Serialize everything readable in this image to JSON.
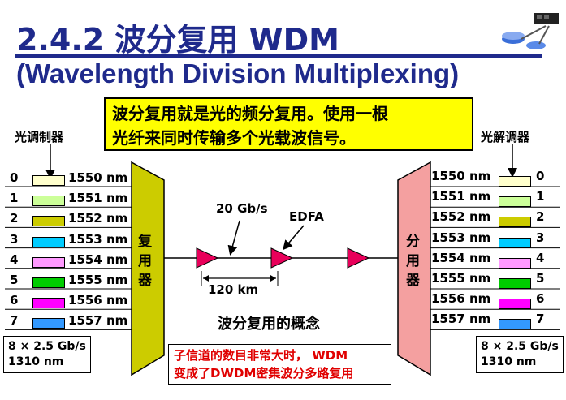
{
  "title": {
    "line1": "2.4.2  波分复用 WDM",
    "line2": "(Wavelength Division Multiplexing)"
  },
  "callout": {
    "line1": "波分复用就是光的频分复用。使用一根",
    "line2": "光纤来同时传输多个光载波信号。"
  },
  "modulator_label": "光调制器",
  "demodulator_label": "光解调器",
  "mux_label": "复用器",
  "demux_label": "分用器",
  "rate_label": "20 Gb/s",
  "edfa_label": "EDFA",
  "distance_label": "120 km",
  "caption": "波分复用的概念",
  "note": {
    "line1": "子信道的数目非常大时， WDM",
    "line2": "变成了DWDM密集波分多路复用"
  },
  "left_info": {
    "line1": "8 × 2.5 Gb/s",
    "line2": "1310 nm"
  },
  "right_info": {
    "line1": "8 × 2.5 Gb/s",
    "line2": "1310 nm"
  },
  "channels": [
    {
      "index": "0",
      "wavelength": "1550 nm",
      "color": "#ffffcc"
    },
    {
      "index": "1",
      "wavelength": "1551 nm",
      "color": "#ccff99"
    },
    {
      "index": "2",
      "wavelength": "1552 nm",
      "color": "#cccc00"
    },
    {
      "index": "3",
      "wavelength": "1553 nm",
      "color": "#00ccff"
    },
    {
      "index": "4",
      "wavelength": "1554 nm",
      "color": "#ff99ff"
    },
    {
      "index": "5",
      "wavelength": "1555 nm",
      "color": "#00cc00"
    },
    {
      "index": "6",
      "wavelength": "1556 nm",
      "color": "#ff00ff"
    },
    {
      "index": "7",
      "wavelength": "1557 nm",
      "color": "#3399ff"
    }
  ],
  "colors": {
    "title": "#1f2a8c",
    "callout_bg": "#ffff00",
    "mux": "#cccc00",
    "demux": "#f4a0a0",
    "amplifier": "#e8005a",
    "note_text": "#e00000"
  }
}
